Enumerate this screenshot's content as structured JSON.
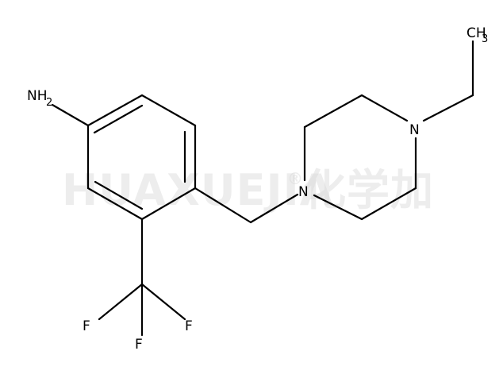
{
  "molecule": {
    "atoms": {
      "amine": {
        "label": "NH",
        "sub": "2"
      },
      "n1": {
        "label": "N"
      },
      "n4": {
        "label": "N"
      },
      "methyl": {
        "label": "CH",
        "sub": "3"
      },
      "f1": {
        "label": "F"
      },
      "f2": {
        "label": "F"
      },
      "f3": {
        "label": "F"
      }
    }
  },
  "watermark": {
    "text": "HUAXUEJIA",
    "mark": "®",
    "cjk": "化学加"
  }
}
